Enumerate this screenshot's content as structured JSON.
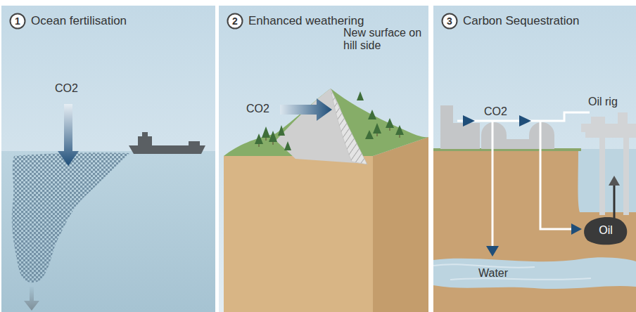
{
  "diagram": {
    "nodes": [
      {
        "text": [
          "Ocean fertilisation"
        ]
      },
      {
        "text": [
          "1"
        ],
        "in": 0
      },
      {
        "text": [
          "Enhanced weathering"
        ]
      },
      {
        "text": [
          "2"
        ],
        "in": 2
      },
      {
        "text": [
          "Carbon Sequestration"
        ]
      },
      {
        "text": [
          "3"
        ],
        "in": 4
      },
      {
        "text": [
          "Oil"
        ],
        "in": 4
      }
    ],
    "labels": [
      "CO2",
      "CO2",
      "New surface on hill side",
      "CO2",
      "Oil rig",
      "Water"
    ]
  }
}
